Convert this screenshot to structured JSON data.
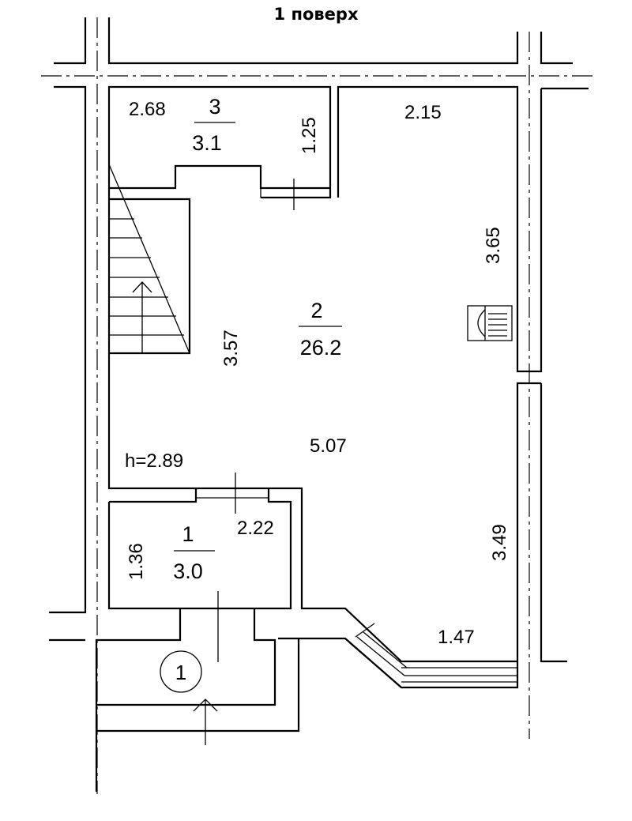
{
  "title": "1 поверх",
  "rooms": [
    {
      "number": "1",
      "area": "3.0"
    },
    {
      "number": "2",
      "area": "26.2"
    },
    {
      "number": "3",
      "area": "3.1"
    }
  ],
  "dimensions": {
    "room3_width": "2.68",
    "room3_height": "1.25",
    "top_right_width": "2.15",
    "right_upper_height": "3.65",
    "stair_height": "3.57",
    "main_width": "5.07",
    "ceiling_height": "h=2.89",
    "room1_width": "2.22",
    "room1_height": "1.36",
    "right_lower_height": "3.49",
    "bottom_right_width": "1.47"
  },
  "entrance_marker": "1"
}
